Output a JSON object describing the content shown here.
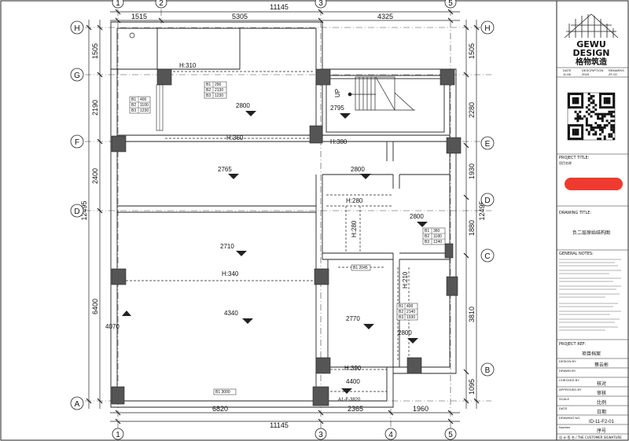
{
  "plan": {
    "grid_top": [
      "1",
      "2",
      "3",
      "5"
    ],
    "grid_bottom": [
      "1",
      "3",
      "4",
      "5"
    ],
    "grid_left": [
      "H",
      "G",
      "F",
      "D",
      "A"
    ],
    "grid_right": [
      "H",
      "E",
      "D",
      "C",
      "B"
    ],
    "dims_top": [
      "1515",
      "5305",
      "4325"
    ],
    "total_top": "11145",
    "dims_bottom": [
      "6820",
      "2365",
      "1960"
    ],
    "total_bottom": "11145",
    "dims_left": [
      "1505",
      "2190",
      "2400",
      "6400"
    ],
    "total_left": "12495",
    "dims_right": [
      "1505",
      "2280",
      "1930",
      "1880",
      "3810",
      "1095"
    ],
    "total_right": "12495",
    "beams": [
      "H:310",
      "H:360",
      "H:380",
      "H:280",
      "H:340",
      "H:390",
      "H:210",
      "H:280",
      "4070"
    ],
    "levels": [
      "2800",
      "2795",
      "2765",
      "2800",
      "2800",
      "2710",
      "4340",
      "2770",
      "2800",
      "4400"
    ],
    "tags": {
      "t1": [
        "B1",
        "B2",
        "B3"
      ],
      "t1v": [
        "400",
        "1100",
        "1230"
      ],
      "t2": [
        "B1",
        "B2",
        "B3"
      ],
      "t2v": [
        "290",
        "2130",
        "1230"
      ],
      "t3": [
        "B1",
        "B2",
        "B3"
      ],
      "t3v": [
        "360",
        "1180",
        "1240"
      ],
      "t4": [
        "B1",
        "B2",
        "B3"
      ],
      "t4v": [
        "400",
        "2140",
        "1930"
      ],
      "t5": "B1 2045",
      "t6": "B1 3000",
      "t7": "UP",
      "t8": "A1-F-3820"
    }
  },
  "title_block": {
    "logo_line1": "GEWU",
    "logo_line2": "DESIGN",
    "logo_line3": "格物筑造",
    "rev_headers": [
      "DATE",
      "DESCRIPTION",
      "REMARKS"
    ],
    "rev_values": [
      "11.08",
      "2018",
      "ZF-02"
    ],
    "project_title_label": "PROJECT TITLE:",
    "project_title_value": "项目名称",
    "drawing_title_label": "DRAWING TITLE:",
    "drawing_title_value": "负二层原始结构图",
    "general_notes_label": "GENERAL NOTES:",
    "project_ref_label": "PROJECT REF:",
    "project_ref_value": "项目档案",
    "rows": [
      {
        "label": "DESIGN BY",
        "value": "蔡云彬"
      },
      {
        "label": "DRAWN BY",
        "value": ""
      },
      {
        "label": "CHECKED BY",
        "value": "核对"
      },
      {
        "label": "APPROVED BY",
        "value": "审核"
      },
      {
        "label": "SCALE",
        "value": "比例"
      },
      {
        "label": "DATE",
        "value": "日期"
      },
      {
        "label": "DRAWING NO.",
        "value": "ID-11-F2-01"
      },
      {
        "label": "Number",
        "value": "序号"
      }
    ],
    "footer": "设 计 签 名 / THE CUSTOMER SIGNATURE"
  }
}
